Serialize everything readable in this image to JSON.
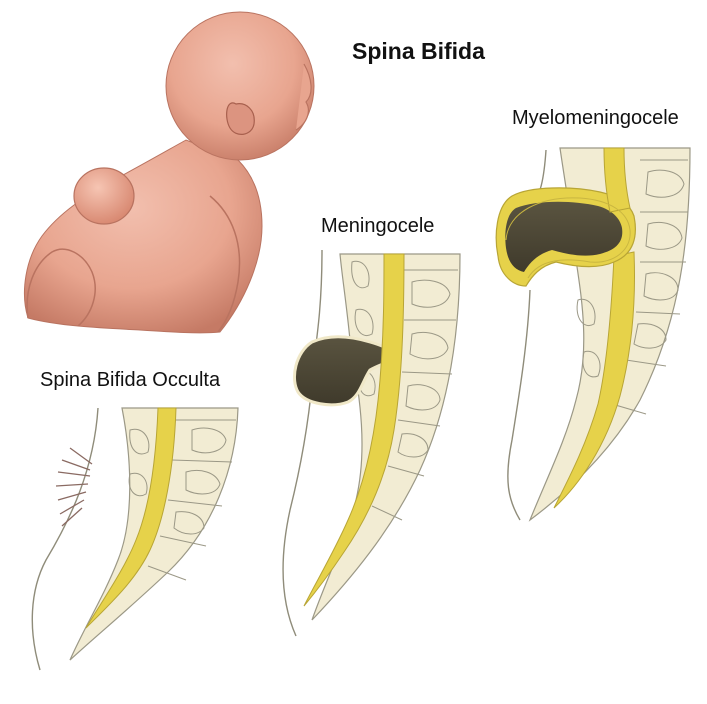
{
  "title": "Spina Bifida",
  "labels": {
    "occulta": "Spina Bifida Occulta",
    "meningocele": "Meningocele",
    "myelomeningocele": "Myelomeningocele"
  },
  "colors": {
    "skin": "#e8a58f",
    "skin_shadow": "#c57a65",
    "cord": "#e6d24a",
    "sac_fluid": "#4a4534",
    "bone": "#f2ecd3",
    "vertebra_outline": "#9b9886",
    "hair": "#8a6a62"
  },
  "icons": [
    "infant-illustration",
    "spine-cross-section"
  ]
}
